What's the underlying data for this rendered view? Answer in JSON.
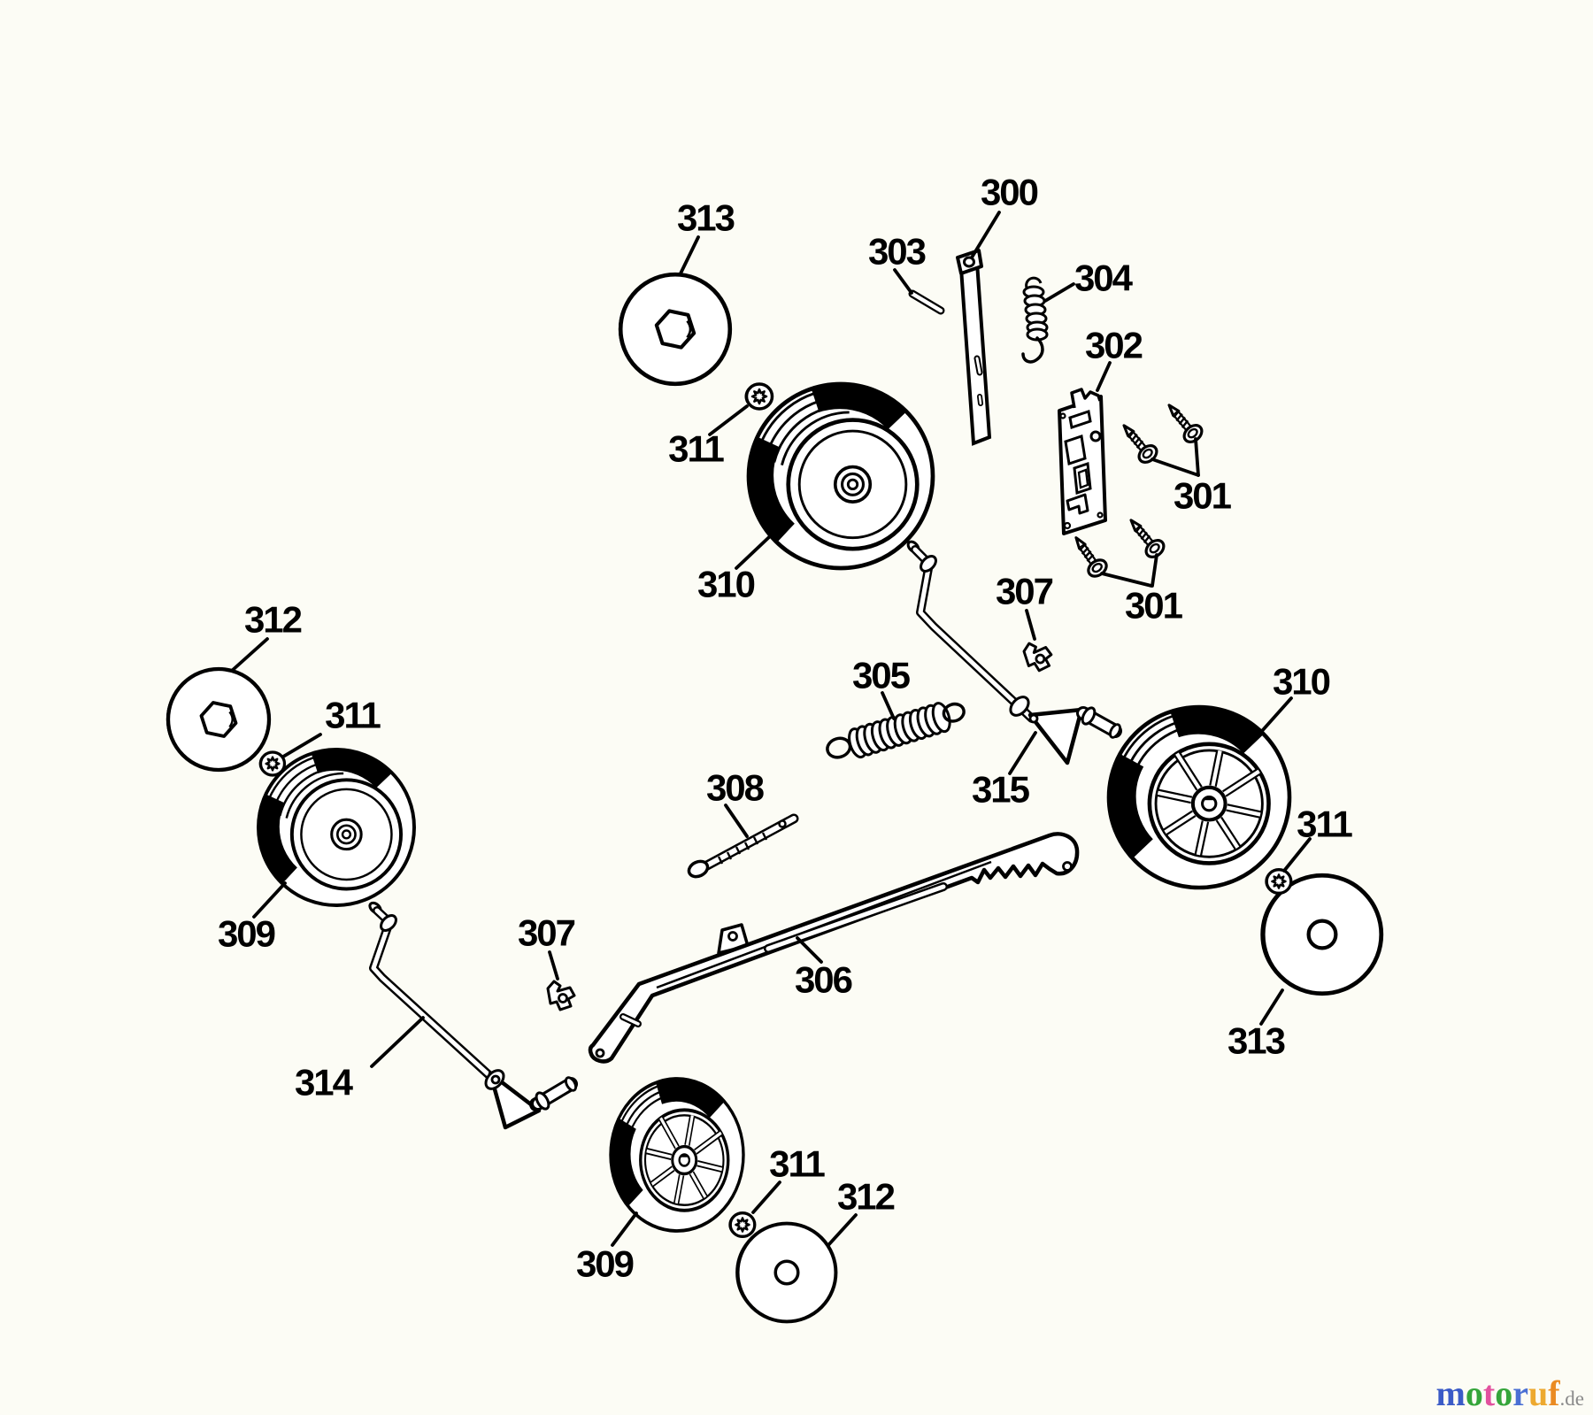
{
  "diagram": {
    "kind": "exploded-parts-diagram",
    "background_color": "#fcfcf5",
    "line_color": "#000000"
  },
  "callouts": [
    {
      "text": "300"
    },
    {
      "text": "303"
    },
    {
      "text": "313"
    },
    {
      "text": "304"
    },
    {
      "text": "302"
    },
    {
      "text": "301"
    },
    {
      "text": "311"
    },
    {
      "text": "310"
    },
    {
      "text": "301"
    },
    {
      "text": "307"
    },
    {
      "text": "312"
    },
    {
      "text": "311"
    },
    {
      "text": "305"
    },
    {
      "text": "310"
    },
    {
      "text": "315"
    },
    {
      "text": "308"
    },
    {
      "text": "311"
    },
    {
      "text": "309"
    },
    {
      "text": "307"
    },
    {
      "text": "306"
    },
    {
      "text": "313"
    },
    {
      "text": "314"
    },
    {
      "text": "311"
    },
    {
      "text": "312"
    },
    {
      "text": "309"
    }
  ],
  "logo": {
    "letters": [
      {
        "ch": "m",
        "color": "#3b5bc7"
      },
      {
        "ch": "o",
        "color": "#35a53a"
      },
      {
        "ch": "t",
        "color": "#e2519e"
      },
      {
        "ch": "o",
        "color": "#35a53a"
      },
      {
        "ch": "r",
        "color": "#4a6fd4"
      },
      {
        "ch": "u",
        "color": "#eda92f"
      },
      {
        "ch": "f",
        "color": "#ea8b22"
      }
    ],
    "suffix": ".de",
    "suffix_color": "#8a8a8a"
  }
}
